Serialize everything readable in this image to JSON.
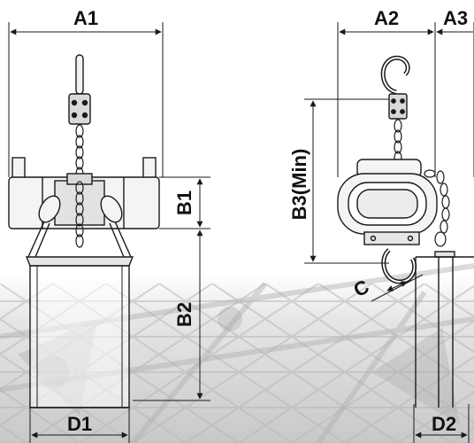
{
  "diagram": {
    "labels": {
      "a1": "A1",
      "a2": "A2",
      "a3": "A3",
      "b1": "B1",
      "b2": "B2",
      "b3": "B3(Min)",
      "c": "C",
      "d1": "D1",
      "d2": "D2"
    },
    "colors": {
      "line": "#1a1a1a",
      "fill_light": "#f4f4f4",
      "fill_mid": "#d9d9d9",
      "background_scene": "#cfcfcf"
    }
  }
}
